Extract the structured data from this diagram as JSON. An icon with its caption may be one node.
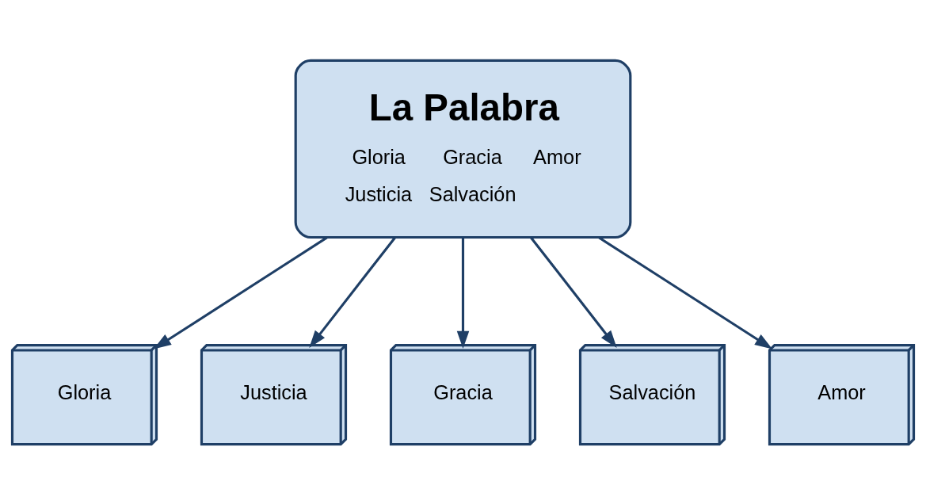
{
  "diagram": {
    "nodes": [
      {
        "text": [
          "La Palabra",
          "Gloria",
          "Gracia",
          "Amor",
          "Justicia",
          "Salvación"
        ]
      },
      {
        "text": [
          "Gloria"
        ]
      },
      {
        "text": [
          "Justicia"
        ]
      },
      {
        "text": [
          "Gracia"
        ]
      },
      {
        "text": [
          "Salvación"
        ]
      },
      {
        "text": [
          "Amor"
        ]
      }
    ],
    "edges": [
      {
        "from": 0,
        "to": 1,
        "arrow": "to"
      },
      {
        "from": 0,
        "to": 2,
        "arrow": "to"
      },
      {
        "from": 0,
        "to": 3,
        "arrow": "to"
      },
      {
        "from": 0,
        "to": 4,
        "arrow": "to"
      },
      {
        "from": 0,
        "to": 5,
        "arrow": "to"
      }
    ]
  }
}
